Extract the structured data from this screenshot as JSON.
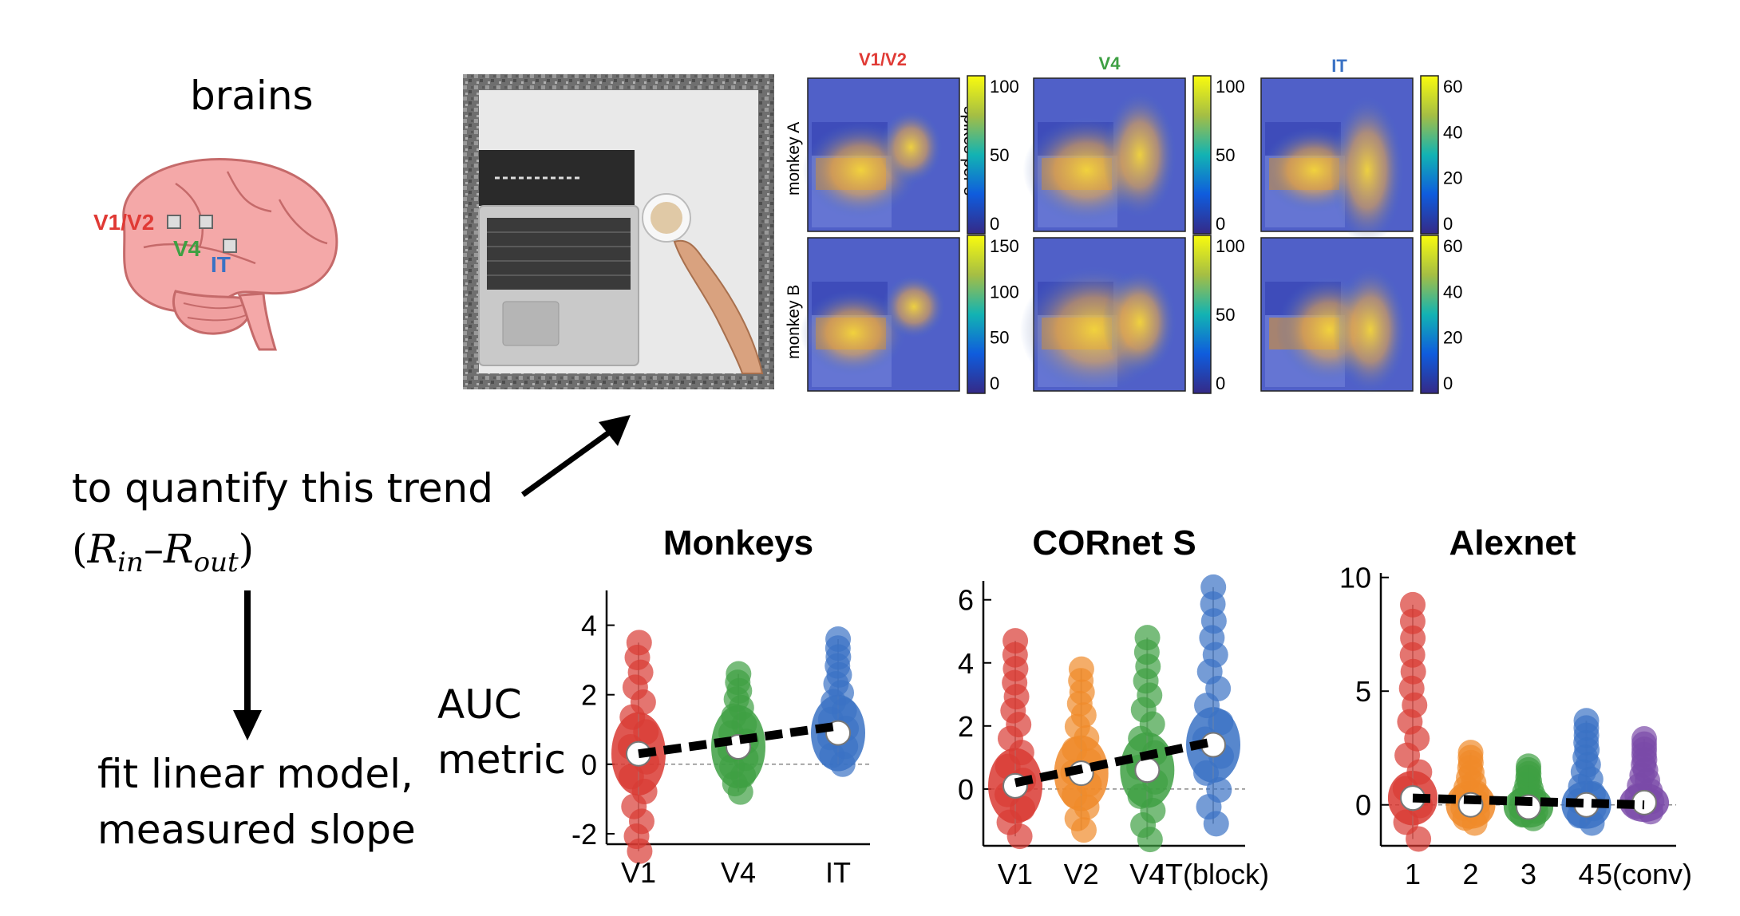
{
  "left_panel": {
    "brains_label": "brains",
    "areas": [
      {
        "name": "V1/V2",
        "color": "#e03a35"
      },
      {
        "name": "V4",
        "color": "#3ea043"
      },
      {
        "name": "IT",
        "color": "#3a72c4"
      }
    ],
    "quantify_text": "to quantify this trend",
    "formula_open": "(",
    "formula_r1": "R",
    "formula_sub1": "in",
    "formula_dash": "–",
    "formula_r2": "R",
    "formula_sub2": "out",
    "formula_close": ")",
    "fit_line1": "fit linear model,",
    "fit_line2": "measured slope",
    "auc_line1": "AUC",
    "auc_line2": "metric"
  },
  "heatmaps": {
    "columns": [
      "V1/V2",
      "V4",
      "IT"
    ],
    "column_colors": [
      "#e03a35",
      "#3ea043",
      "#3a72c4"
    ],
    "rows": [
      "monkey A",
      "monkey B"
    ],
    "colorbar_label": "spikes per s",
    "colorbar_ticks": [
      [
        [
          "100",
          "50",
          "0"
        ],
        [
          "100",
          "50",
          "0"
        ],
        [
          "60",
          "40",
          "20",
          "0"
        ]
      ],
      [
        [
          "150",
          "100",
          "50",
          "0"
        ],
        [
          "100",
          "50",
          "0"
        ],
        [
          "60",
          "40",
          "20",
          "0"
        ]
      ]
    ]
  },
  "chart_data": [
    {
      "type": "scatter",
      "title": "Monkeys",
      "categories": [
        "V1",
        "V4",
        "IT"
      ],
      "colors": [
        "#d93a33",
        "#3ea043",
        "#3a72c4"
      ],
      "ylim": [
        -2.3,
        5
      ],
      "yticks": [
        -2,
        0,
        2,
        4
      ],
      "medians": [
        0.3,
        0.5,
        0.9
      ],
      "point_ranges": [
        [
          -2.5,
          3.5
        ],
        [
          -0.8,
          2.6
        ],
        [
          0.0,
          3.6
        ]
      ],
      "fit_line": [
        0.3,
        1.1
      ],
      "ylabel": "AUC metric"
    },
    {
      "type": "scatter",
      "title": "CORnet S",
      "categories": [
        "V1",
        "V2",
        "V4",
        "IT(block)"
      ],
      "colors": [
        "#d93a33",
        "#f08a2a",
        "#3ea043",
        "#3a72c4"
      ],
      "ylim": [
        -1.8,
        6.6
      ],
      "yticks": [
        0,
        2,
        4,
        6
      ],
      "medians": [
        0.1,
        0.5,
        0.6,
        1.4
      ],
      "point_ranges": [
        [
          -1.5,
          4.7
        ],
        [
          -1.3,
          3.8
        ],
        [
          -1.6,
          4.8
        ],
        [
          -1.1,
          6.4
        ]
      ],
      "fit_line": [
        0.2,
        1.5
      ]
    },
    {
      "type": "scatter",
      "title": "Alexnet",
      "categories": [
        "1",
        "2",
        "3",
        "4",
        "5(conv)"
      ],
      "colors": [
        "#d93a33",
        "#f08a2a",
        "#3ea043",
        "#3a72c4",
        "#7a4aa8"
      ],
      "ylim": [
        -1.8,
        10.2
      ],
      "yticks": [
        0,
        5,
        10
      ],
      "medians": [
        0.3,
        0.0,
        -0.1,
        0.0,
        0.1
      ],
      "point_ranges": [
        [
          -1.5,
          8.8
        ],
        [
          -0.8,
          2.3
        ],
        [
          -0.6,
          1.7
        ],
        [
          -0.8,
          3.7
        ],
        [
          -0.3,
          2.9
        ]
      ],
      "fit_line": [
        0.3,
        0.0
      ]
    }
  ]
}
